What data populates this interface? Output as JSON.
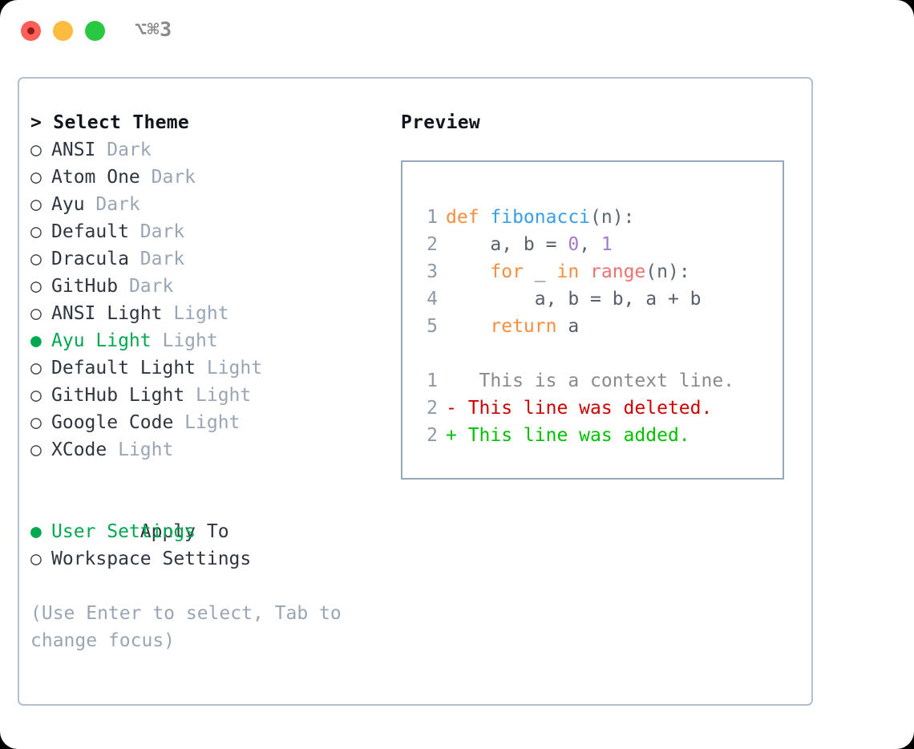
{
  "window": {
    "title": "⌥⌘3",
    "controls": [
      {
        "name": "close",
        "color": "#FF5F57"
      },
      {
        "name": "minimize",
        "color": "#FDBC40"
      },
      {
        "name": "maximize",
        "color": "#28C840"
      }
    ]
  },
  "theme_picker": {
    "header": "> Select Theme",
    "items": [
      {
        "bullet": "○",
        "label": "ANSI",
        "tag": "Dark",
        "selected": false
      },
      {
        "bullet": "○",
        "label": "Atom One",
        "tag": "Dark",
        "selected": false
      },
      {
        "bullet": "○",
        "label": "Ayu",
        "tag": "Dark",
        "selected": false
      },
      {
        "bullet": "○",
        "label": "Default",
        "tag": "Dark",
        "selected": false
      },
      {
        "bullet": "○",
        "label": "Dracula",
        "tag": "Dark",
        "selected": false
      },
      {
        "bullet": "○",
        "label": "GitHub",
        "tag": "Dark",
        "selected": false
      },
      {
        "bullet": "○",
        "label": "ANSI Light",
        "tag": "Light",
        "selected": false
      },
      {
        "bullet": "●",
        "label": "Ayu Light",
        "tag": "Light",
        "selected": true
      },
      {
        "bullet": "○",
        "label": "Default Light",
        "tag": "Light",
        "selected": false
      },
      {
        "bullet": "○",
        "label": "GitHub Light",
        "tag": "Light",
        "selected": false
      },
      {
        "bullet": "○",
        "label": "Google Code",
        "tag": "Light",
        "selected": false
      },
      {
        "bullet": "○",
        "label": "XCode",
        "tag": "Light",
        "selected": false
      }
    ]
  },
  "apply_to": {
    "header": "Apply To",
    "items": [
      {
        "bullet": "●",
        "label": "User Settings",
        "selected": true
      },
      {
        "bullet": "○",
        "label": "Workspace Settings",
        "selected": false
      }
    ]
  },
  "hint": "(Use Enter to select, Tab to change focus)",
  "preview": {
    "title": "Preview",
    "code_lines": [
      {
        "n": "1",
        "tokens": [
          {
            "t": "def ",
            "c": "kw"
          },
          {
            "t": "fibonacci",
            "c": "fn"
          },
          {
            "t": "(n):",
            "c": "punc"
          }
        ]
      },
      {
        "n": "2",
        "tokens": [
          {
            "t": "    a, b = ",
            "c": "txt"
          },
          {
            "t": "0",
            "c": "num"
          },
          {
            "t": ", ",
            "c": "txt"
          },
          {
            "t": "1",
            "c": "num"
          }
        ]
      },
      {
        "n": "3",
        "tokens": [
          {
            "t": "    ",
            "c": "txt"
          },
          {
            "t": "for",
            "c": "kw"
          },
          {
            "t": " _ ",
            "c": "txt"
          },
          {
            "t": "in",
            "c": "kw"
          },
          {
            "t": " ",
            "c": "txt"
          },
          {
            "t": "range",
            "c": "call"
          },
          {
            "t": "(n):",
            "c": "punc"
          }
        ]
      },
      {
        "n": "4",
        "tokens": [
          {
            "t": "        a, b = b, a + b",
            "c": "txt"
          }
        ]
      },
      {
        "n": "5",
        "tokens": [
          {
            "t": "    ",
            "c": "txt"
          },
          {
            "t": "return",
            "c": "kw"
          },
          {
            "t": " a",
            "c": "txt"
          }
        ]
      }
    ],
    "diff_lines": [
      {
        "n": "1",
        "marker": " ",
        "text": "  This is a context line.",
        "kind": "diff-ctx"
      },
      {
        "n": "2",
        "marker": "-",
        "text": " This line was deleted.",
        "kind": "diff-del"
      },
      {
        "n": "2",
        "marker": "+",
        "text": " This line was added.",
        "kind": "diff-add"
      }
    ]
  }
}
